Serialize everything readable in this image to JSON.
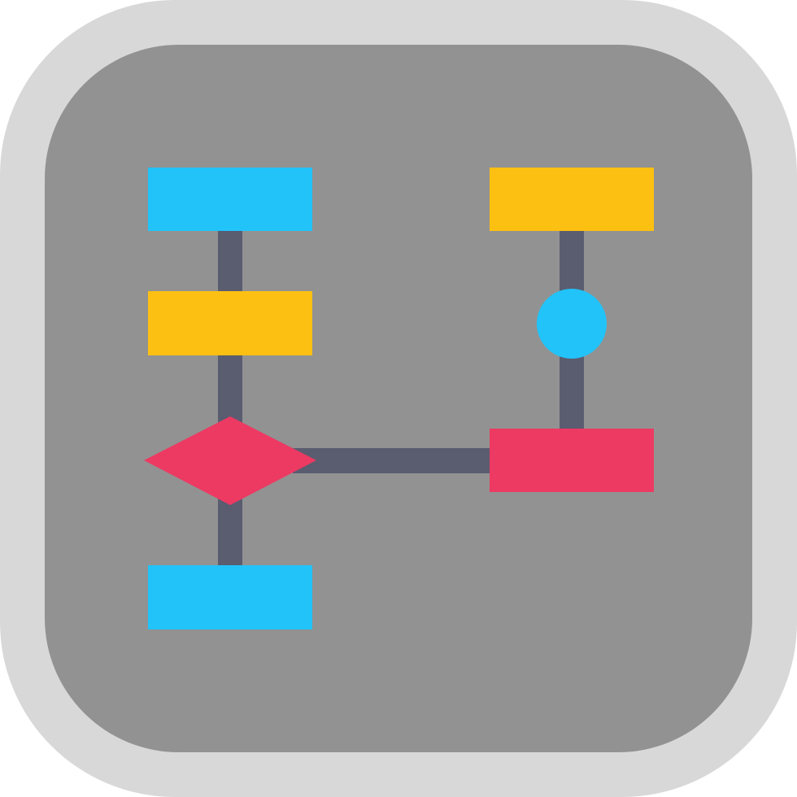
{
  "icon": {
    "name": "flowchart-icon",
    "colors": {
      "outer_frame": "#d8d8d8",
      "inner_panel": "#929292",
      "connector": "#5a5c70",
      "block_blue": "#22c3f9",
      "block_yellow": "#fcc012",
      "block_red": "#ec3a62",
      "node_circle": "#22c3f9"
    },
    "shapes": [
      {
        "role": "top-left-block",
        "shape": "rectangle",
        "color": "block_blue"
      },
      {
        "role": "middle-left-block",
        "shape": "rectangle",
        "color": "block_yellow"
      },
      {
        "role": "decision-diamond",
        "shape": "diamond",
        "color": "block_red"
      },
      {
        "role": "bottom-left-block",
        "shape": "rectangle",
        "color": "block_blue"
      },
      {
        "role": "top-right-block",
        "shape": "rectangle",
        "color": "block_yellow"
      },
      {
        "role": "right-node-circle",
        "shape": "circle",
        "color": "node_circle"
      },
      {
        "role": "right-target-block",
        "shape": "rectangle",
        "color": "block_red"
      }
    ]
  }
}
